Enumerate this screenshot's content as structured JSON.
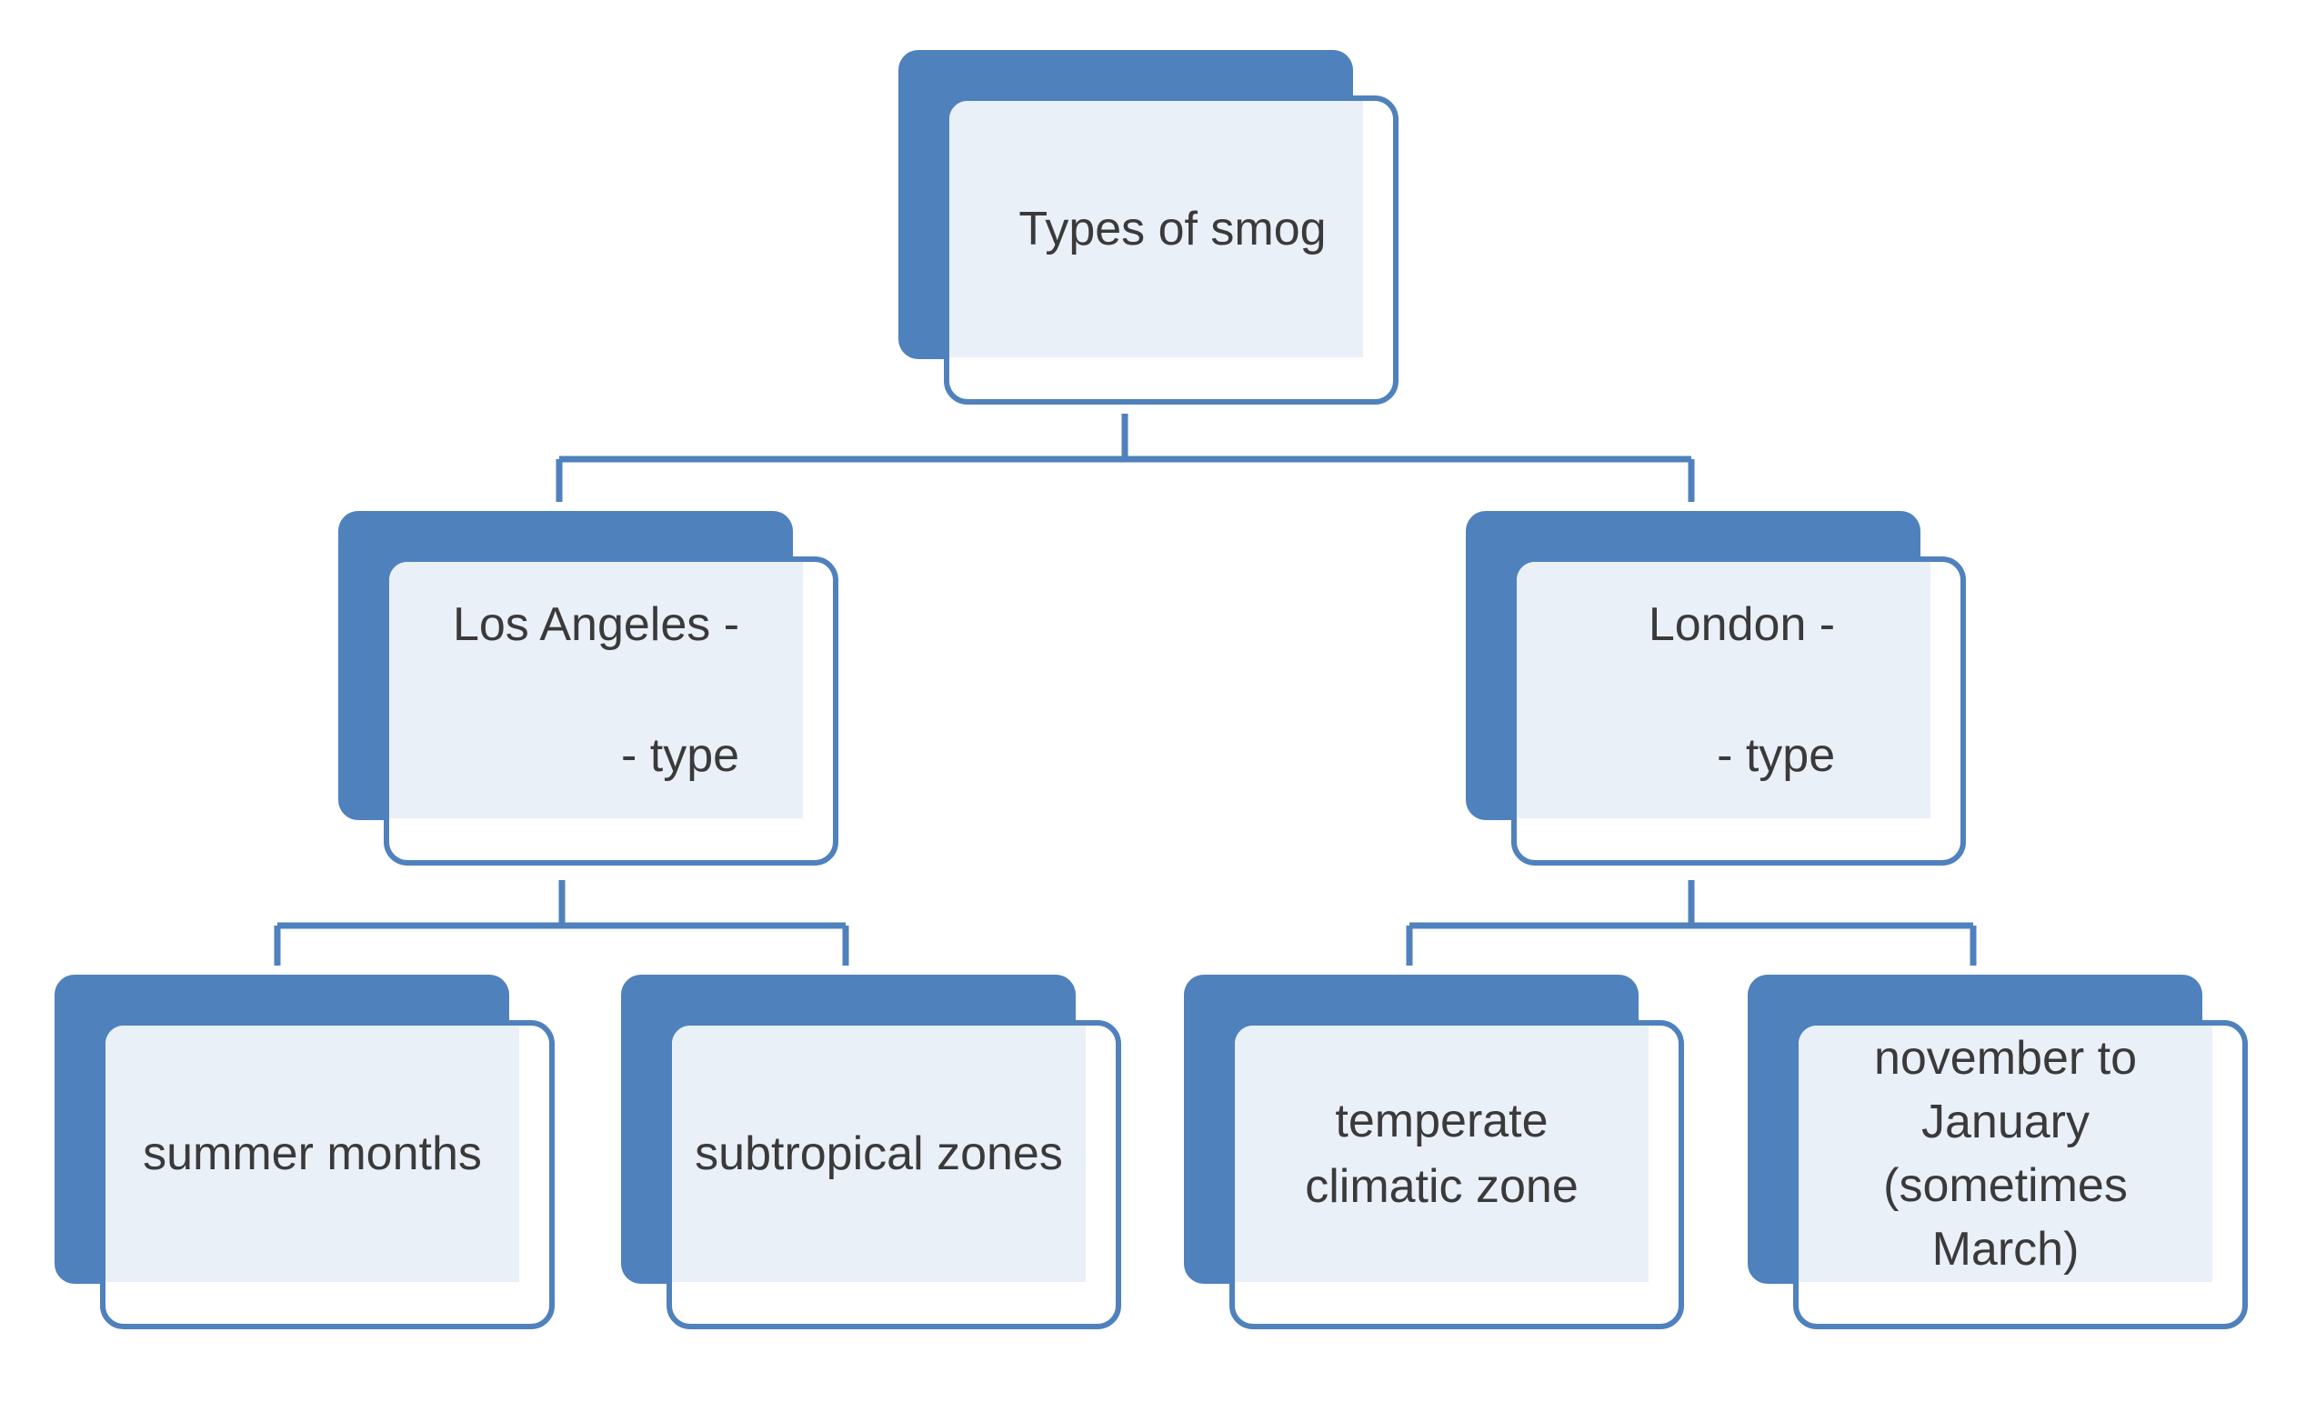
{
  "diagram": {
    "root": {
      "label": "Types of smog"
    },
    "branches": [
      {
        "label_line1": "Los Angeles  -",
        "label_line2": "- type",
        "children": [
          {
            "label": "summer months"
          },
          {
            "label": "subtropical zones"
          }
        ]
      },
      {
        "label_line1": "London  -",
        "label_line2": "- type",
        "children": [
          {
            "label": "temperate climatic zone"
          },
          {
            "label": "november to January (sometimes March)"
          }
        ]
      }
    ]
  },
  "colors": {
    "box_fill": "#4f81bd",
    "box_border": "#4f81bd",
    "box_inner": "#eaf0f8",
    "connector": "#4f81bd",
    "text": "#3a3a3a"
  }
}
